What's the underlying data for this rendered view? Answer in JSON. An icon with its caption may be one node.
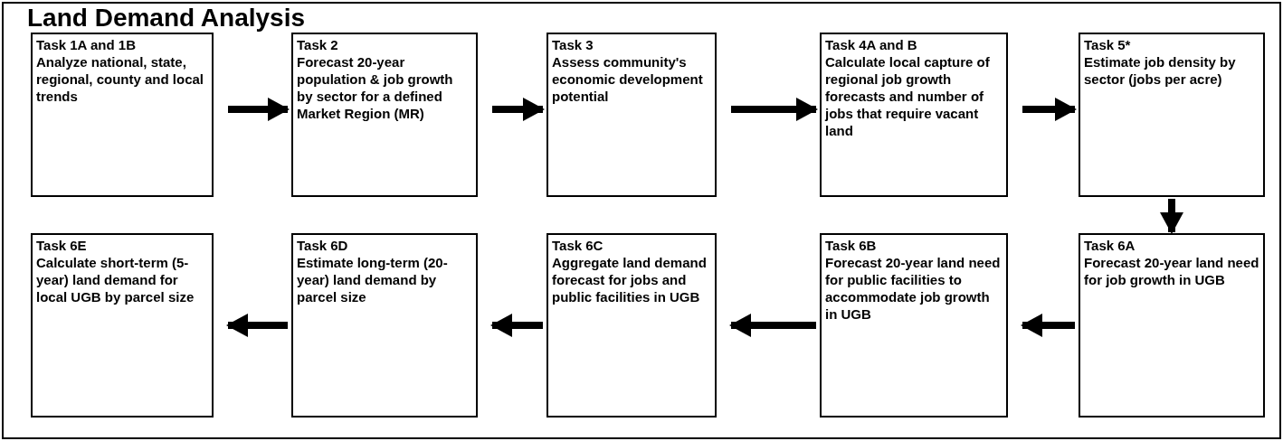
{
  "diagram": {
    "title": "Land Demand Analysis",
    "nodes": [
      {
        "text": [
          "Task 1A and 1B",
          "Analyze national, state, regional, county and local trends"
        ]
      },
      {
        "text": [
          "Task 2",
          "Forecast 20-year population & job growth by sector for a defined Market Region (MR)"
        ]
      },
      {
        "text": [
          "Task 3",
          "Assess community's economic development potential"
        ]
      },
      {
        "text": [
          "Task 4A and B",
          "Calculate local capture of regional job growth forecasts and number of jobs that require vacant land"
        ]
      },
      {
        "text": [
          "Task 5*",
          "Estimate job density by sector (jobs per acre)"
        ]
      },
      {
        "text": [
          "Task 6E",
          "Calculate short-term (5-year) land demand for local UGB by parcel size"
        ]
      },
      {
        "text": [
          "Task 6D",
          "Estimate long-term (20-year) land demand by parcel size"
        ]
      },
      {
        "text": [
          "Task 6C",
          "Aggregate land demand forecast for jobs and public facilities in UGB"
        ]
      },
      {
        "text": [
          "Task 6B",
          "Forecast 20-year land need for public facilities to accommodate job growth in UGB"
        ]
      },
      {
        "text": [
          "Task 6A",
          "Forecast 20-year land need for job growth in UGB"
        ]
      }
    ],
    "edges": [
      {
        "from": 0,
        "to": 1,
        "arrow": "to"
      },
      {
        "from": 1,
        "to": 2,
        "arrow": "to"
      },
      {
        "from": 2,
        "to": 3,
        "arrow": "to"
      },
      {
        "from": 3,
        "to": 4,
        "arrow": "to"
      },
      {
        "from": 4,
        "to": 9,
        "arrow": "to"
      },
      {
        "from": 9,
        "to": 8,
        "arrow": "to"
      },
      {
        "from": 8,
        "to": 7,
        "arrow": "to"
      },
      {
        "from": 7,
        "to": 6,
        "arrow": "to"
      },
      {
        "from": 6,
        "to": 5,
        "arrow": "to"
      }
    ]
  }
}
